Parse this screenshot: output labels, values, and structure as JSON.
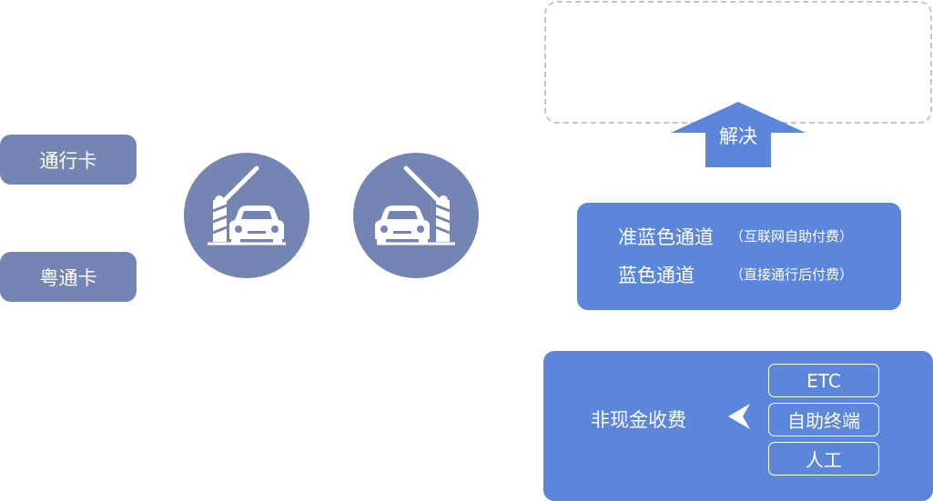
{
  "cards": {
    "card1": "通行卡",
    "card2": "粤通卡"
  },
  "resolve": {
    "label": "解决"
  },
  "channels": {
    "line1_main": "准蓝色通道",
    "line1_note": "（互联网自助付费）",
    "line2_main": "蓝色通道",
    "line2_note": "（直接通行后付费）"
  },
  "cashless": {
    "label": "非现金收费",
    "options": [
      "ETC",
      "自助终端",
      "人工"
    ]
  },
  "icons": {
    "gate_open": "toll-gate-raised-barrier-car-icon",
    "gate_exit": "toll-gate-raised-barrier-car-icon-mirrored"
  },
  "colors": {
    "slate": "#7585b3",
    "blue": "#5b86d9",
    "dashed_border": "#c4c4c4"
  }
}
